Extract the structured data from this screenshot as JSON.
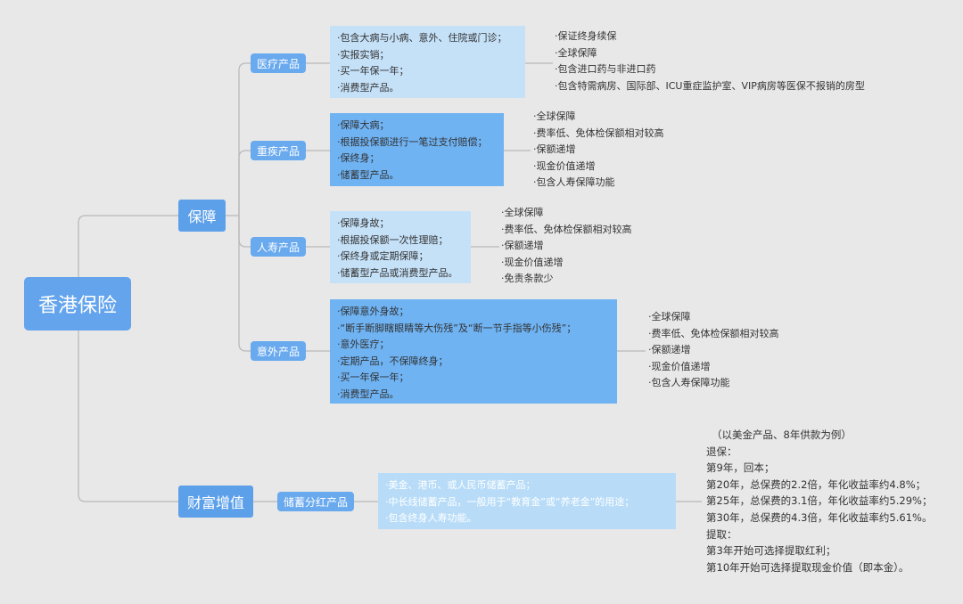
{
  "root": {
    "label": "香港保险"
  },
  "branches": {
    "baozhang": {
      "label": "保障",
      "products": [
        {
          "label": "医疗产品",
          "description": [
            "·包含大病与小病、意外、住院或门诊；",
            "·实报实销；",
            "·买一年保一年；",
            "·消费型产品。"
          ],
          "features": [
            "·保证终身续保",
            "·全球保障",
            "·包含进口药与非进口药",
            "·包含特需病房、国际部、ICU重症监护室、VIP病房等医保不报销的房型"
          ]
        },
        {
          "label": "重疾产品",
          "description": [
            "·保障大病；",
            "·根据投保额进行一笔过支付赔偿；",
            "·保终身；",
            "·储蓄型产品。"
          ],
          "features": [
            "·全球保障",
            "·费率低、免体检保额相对较高",
            "·保额递增",
            "·现金价值递增",
            "·包含人寿保障功能"
          ]
        },
        {
          "label": "人寿产品",
          "description": [
            "·保障身故；",
            "·根据投保额一次性理赔；",
            "·保终身或定期保障；",
            "·储蓄型产品或消费型产品。"
          ],
          "features": [
            "·全球保障",
            "·费率低、免体检保额相对较高",
            "·保额递增",
            "·现金价值递增",
            "·免责条款少"
          ]
        },
        {
          "label": "意外产品",
          "description": [
            "·保障意外身故；",
            "·“断手断脚瞎眼睛等大伤残”及“断一节手指等小伤残”；",
            "·意外医疗；",
            "·定期产品，不保障终身；",
            "·买一年保一年；",
            "·消费型产品。"
          ],
          "features": [
            "·全球保障",
            "·费率低、免体检保额相对较高",
            "·保额递增",
            "·现金价值递增",
            "·包含人寿保障功能"
          ]
        }
      ]
    },
    "caifu": {
      "label": "财富增值",
      "product": {
        "label": "储蓄分红产品",
        "description": [
          "·美金、港币、或人民币储蓄产品；",
          "·中长线储蓄产品，一般用于“教育金”或“养老金”的用途；",
          "·包含终身人寿功能。"
        ],
        "note": [
          "（以美金产品、8年供款为例）",
          "退保：",
          "第9年，回本；",
          "第20年，总保费的2.2倍，年化收益率约4.8%；",
          "第25年，总保费的3.1倍，年化收益率约5.29%；",
          "第30年，总保费的4.3倍，年化收益率约5.61%。",
          "提取：",
          "第3年开始可选择提取红利；",
          "第10年开始可选择提取现金价值（即本金）。"
        ]
      }
    }
  },
  "colors": {
    "background": "#e8e8e8",
    "node": "#64a4ec",
    "light_box": "#c5e1f8",
    "mid_box": "#6fb3f3",
    "connector": "#b9b9b9"
  }
}
